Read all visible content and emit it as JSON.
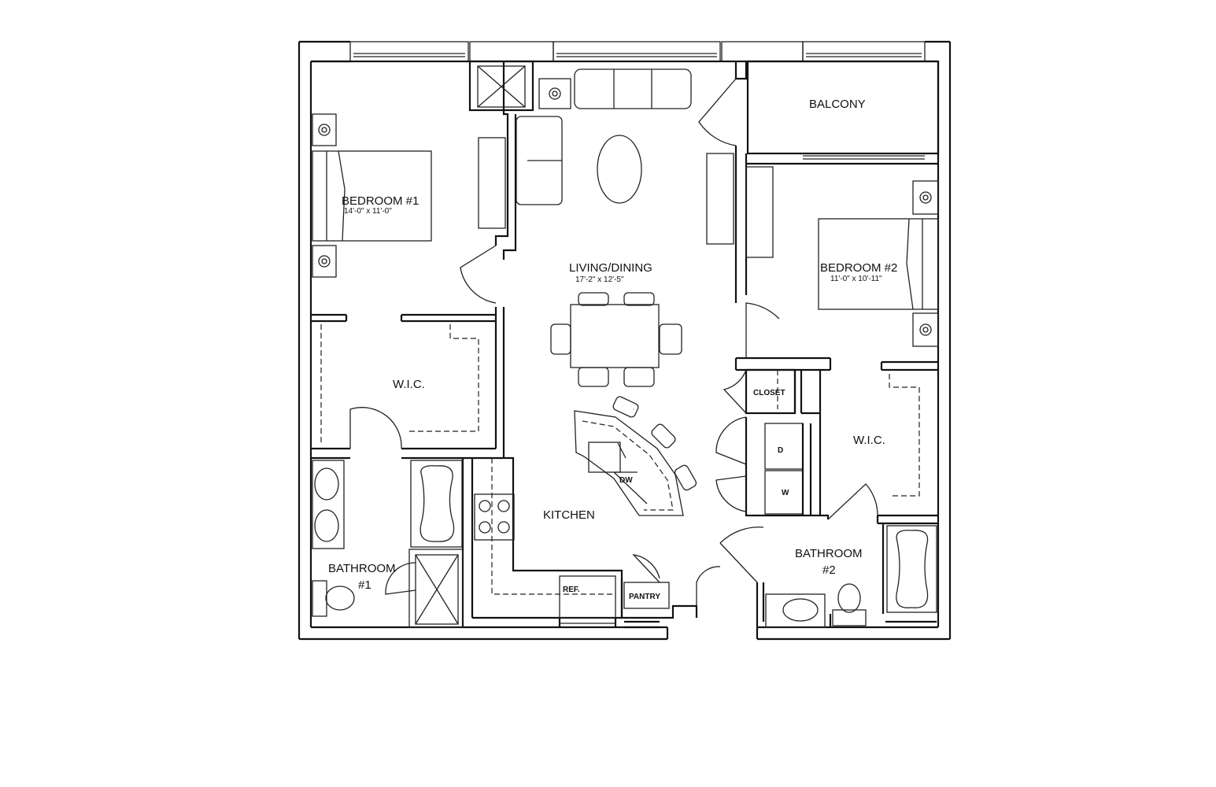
{
  "rooms": {
    "bedroom1": {
      "name": "BEDROOM  #1",
      "dims": "14'-0\" x 11'-0\""
    },
    "bedroom2": {
      "name": "BEDROOM  #2",
      "dims": "11'-0\" x 10'-11\""
    },
    "living": {
      "name": "LIVING/DINING",
      "dims": "17'-2\" x 12'-5\""
    },
    "balcony": {
      "name": "BALCONY"
    },
    "wic1": {
      "name": "W.I.C."
    },
    "wic2": {
      "name": "W.I.C."
    },
    "kitchen": {
      "name": "KITCHEN"
    },
    "bathroom1": {
      "line1": "BATHROOM",
      "line2": "#1"
    },
    "bathroom2": {
      "line1": "BATHROOM",
      "line2": "#2"
    },
    "closet": {
      "name": "CLOSET"
    },
    "pantry": {
      "name": "PANTRY"
    }
  },
  "fixtures": {
    "dishwasher": "DW",
    "refrigerator": "REF.",
    "dryer": "D",
    "washer": "W"
  },
  "colors": {
    "line": "#111111",
    "background": "#ffffff"
  }
}
